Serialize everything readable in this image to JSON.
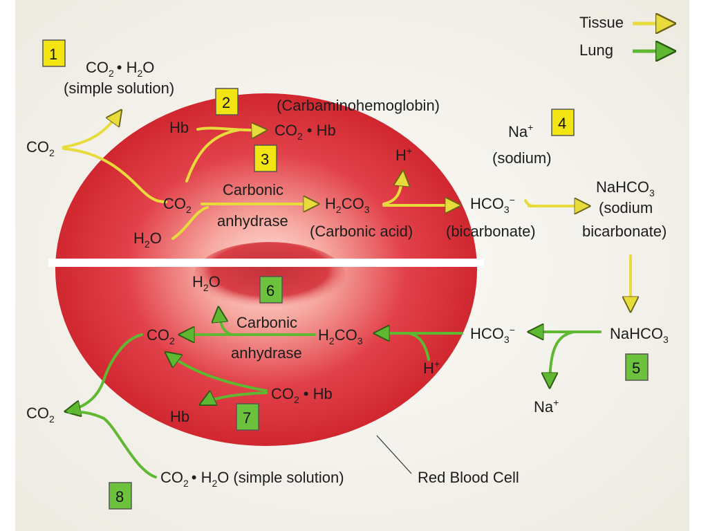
{
  "legend": {
    "tissue": "Tissue",
    "lung": "Lung",
    "tissue_color": "#e8dc3c",
    "lung_color": "#5fb832"
  },
  "colors": {
    "background": "#f4f2ec",
    "cell": "#d8202a",
    "badge_yellow": "#f3e514",
    "badge_green": "#6cc23d"
  },
  "badges": [
    "1",
    "2",
    "3",
    "4",
    "5",
    "6",
    "7",
    "8"
  ],
  "top": {
    "co2_outside": "CO",
    "co2_water_simple": "CO",
    "simple_solution": "(simple solution)",
    "carbamino": "(Carbaminohemoglobin)",
    "hb": "Hb",
    "co2_hb": "CO",
    "hb_suffix": "• Hb",
    "h_plus": "H",
    "co2_inside": "CO",
    "carbonic": "Carbonic",
    "anhydrase": "anhydrase",
    "h2o": "H",
    "h2co3": "H",
    "carbonic_acid": "(Carbonic acid)",
    "hco3": "HCO",
    "bicarbonate": "(bicarbonate)",
    "na_plus": "Na",
    "sodium": "(sodium)",
    "nahco3": "NaHCO",
    "sodium_label": "(sodium",
    "bicarbonate_label": "bicarbonate)"
  },
  "bottom": {
    "h2o": "H",
    "carbonic": "Carbonic",
    "anhydrase": "anhydrase",
    "co2": "CO",
    "h2co3": "H",
    "h_plus": "H",
    "hco3": "HCO",
    "nahco3": "NaHCO",
    "na_plus": "Na",
    "co2_hb": "CO",
    "hb_suffix": "• Hb",
    "hb": "Hb",
    "co2_outside": "CO",
    "co2_water": "CO",
    "simple_solution": "(simple solution)",
    "red_blood_cell": "Red Blood Cell"
  },
  "sub": {
    "two": "2",
    "three": "3",
    "plus": "+",
    "minus": "−",
    "h2o_water": "• H",
    "o": "O"
  }
}
